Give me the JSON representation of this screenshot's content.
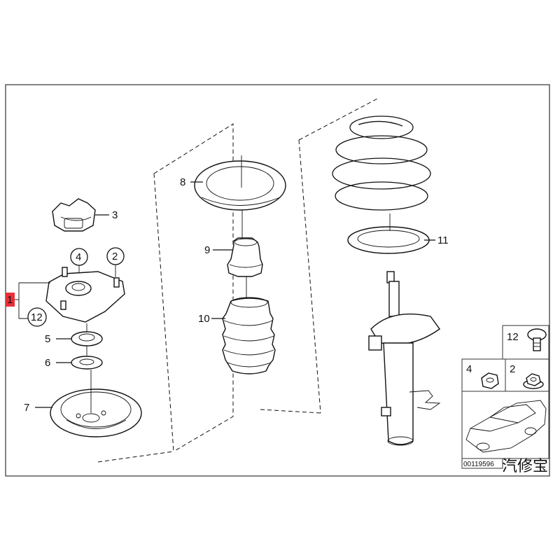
{
  "callouts": {
    "c1": "1",
    "c2": "2",
    "c3": "3",
    "c4": "4",
    "c5": "5",
    "c6": "6",
    "c7": "7",
    "c8": "8",
    "c9": "9",
    "c10": "10",
    "c11": "11",
    "c12": "12"
  },
  "legend": {
    "c12": "12",
    "c4": "4",
    "c2": "2"
  },
  "diagram_code": "00119596",
  "watermark": "汽修宝",
  "colors": {
    "highlight": "#e8303a",
    "line": "#111111",
    "frame": "#333333"
  }
}
